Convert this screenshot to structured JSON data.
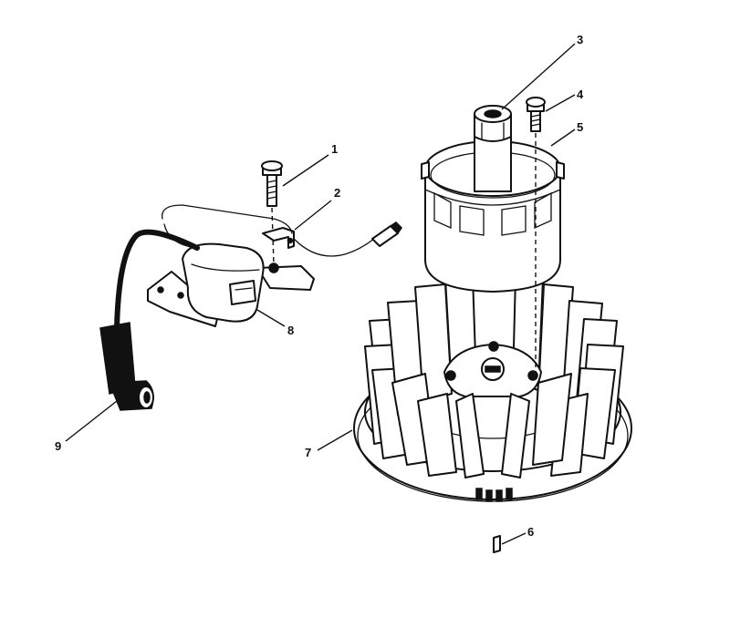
{
  "parts": [
    {
      "id": "bolt_coil",
      "label": "1"
    },
    {
      "id": "ground_bracket",
      "label": "2"
    },
    {
      "id": "flywheel_nut",
      "label": "3"
    },
    {
      "id": "screen_bolt",
      "label": "4"
    },
    {
      "id": "rotating_screen",
      "label": "5"
    },
    {
      "id": "flywheel_key",
      "label": "6"
    },
    {
      "id": "flywheel",
      "label": "7"
    },
    {
      "id": "ignition_coil",
      "label": "8"
    },
    {
      "id": "spark_plug_boot",
      "label": "9"
    }
  ]
}
